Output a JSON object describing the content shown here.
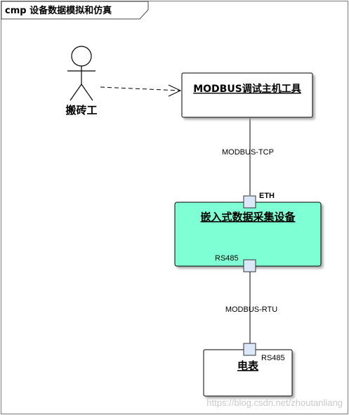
{
  "frame": {
    "title": "cmp 设备数据模拟和仿真"
  },
  "actor": {
    "label": "搬砖工"
  },
  "nodes": {
    "master": {
      "label": "MODBUS调试主机工具"
    },
    "collector": {
      "label": "嵌入式数据采集设备",
      "color": "#7fffd4"
    },
    "meter": {
      "label": "电表"
    }
  },
  "ports": {
    "collector_top": "ETH",
    "collector_bottom": "RS485",
    "meter_top": "RS485"
  },
  "connectors": {
    "master_to_collector": "MODBUS-TCP",
    "collector_to_meter": "MODBUS-RTU"
  },
  "watermark": "https://blog.csdn.net/zhoutanliang",
  "colors": {
    "port_fill": "#dbe8f8",
    "port_stroke": "#333333"
  }
}
